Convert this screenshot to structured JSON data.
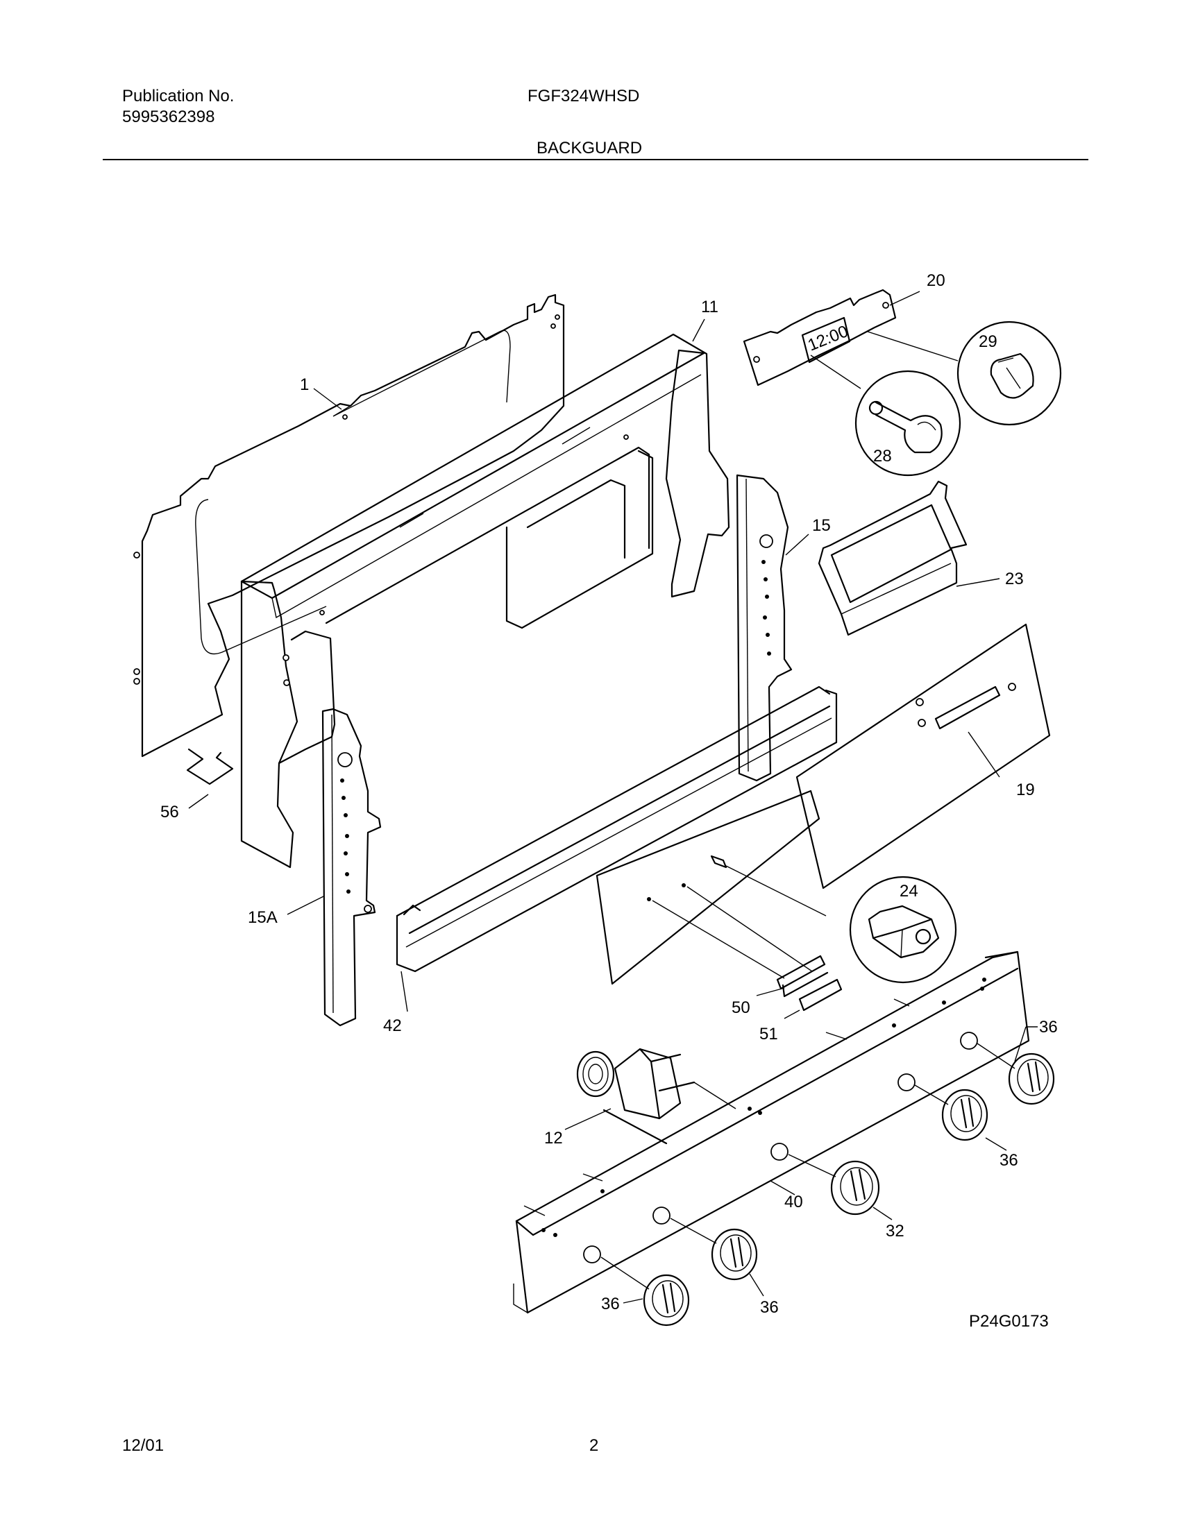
{
  "header": {
    "publication_label": "Publication No.",
    "publication_number": "5995362398",
    "model": "FGF324WHSD",
    "section_title": "BACKGUARD"
  },
  "diagram": {
    "clock_display_text": "12:00",
    "diagram_code": "P24G0173",
    "callouts": {
      "c1": "1",
      "c11": "11",
      "c20": "20",
      "c29": "29",
      "c28": "28",
      "c15": "15",
      "c23": "23",
      "c19": "19",
      "c56": "56",
      "c15a": "15A",
      "c42": "42",
      "c24": "24",
      "c50": "50",
      "c51": "51",
      "c36a": "36",
      "c36b": "36",
      "c12": "12",
      "c40": "40",
      "c32": "32",
      "c36c": "36",
      "c36d": "36"
    }
  },
  "footer": {
    "date": "12/01",
    "page_number": "2"
  }
}
